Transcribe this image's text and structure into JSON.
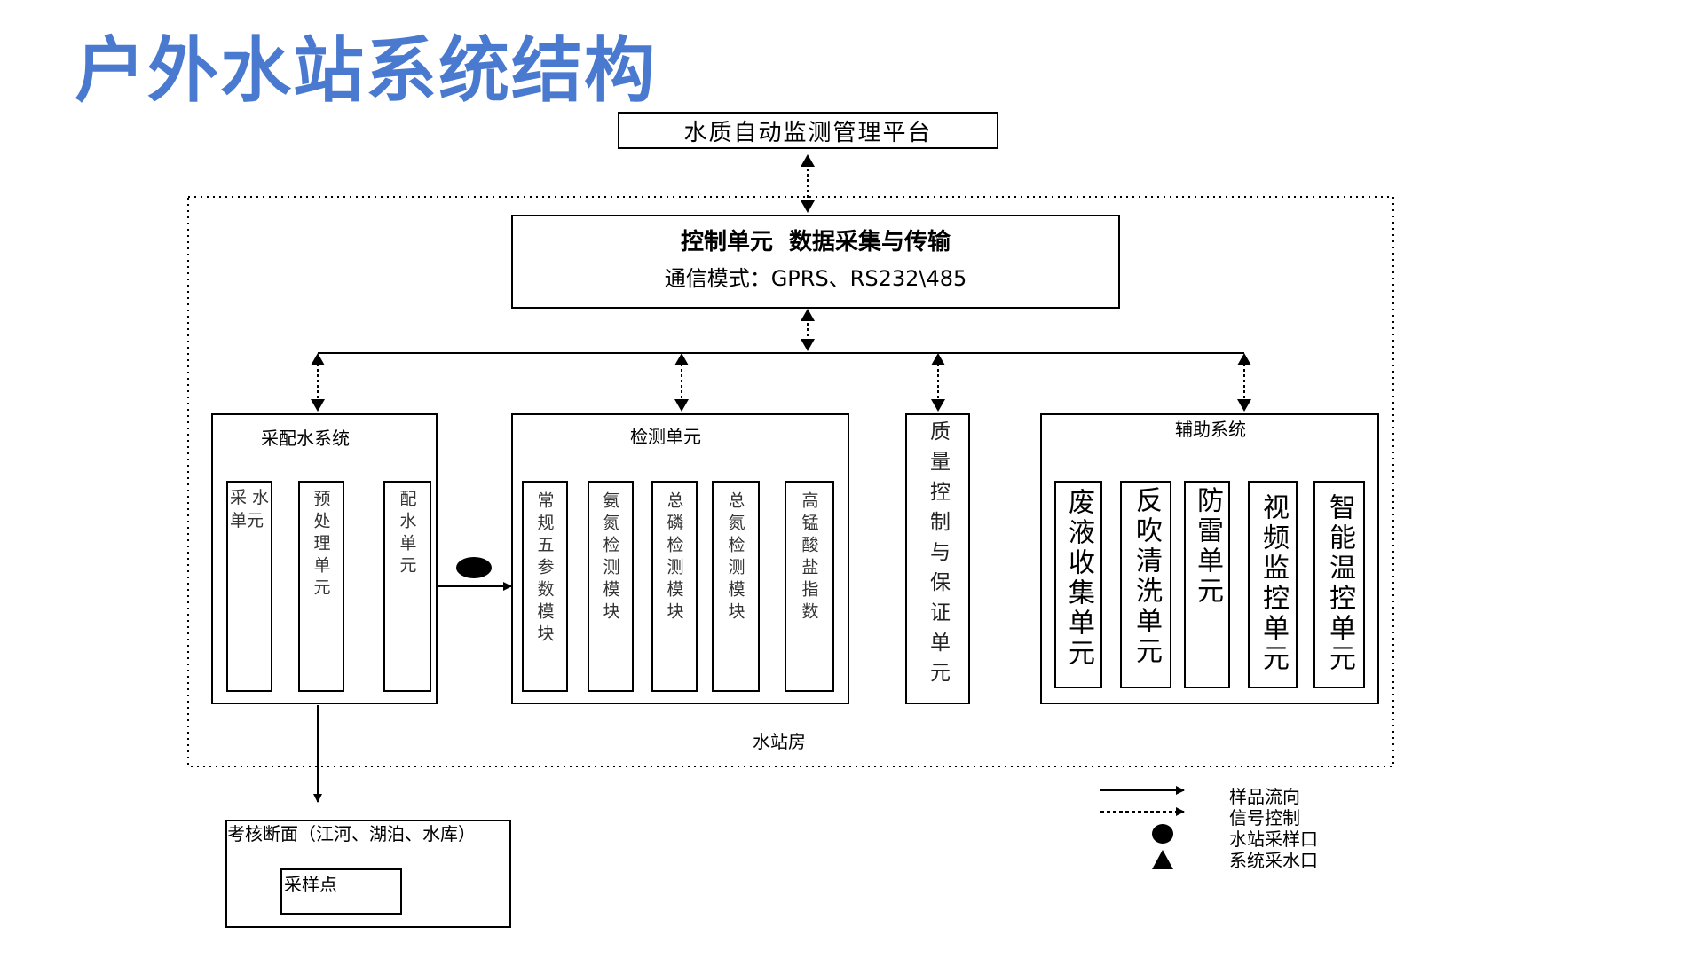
{
  "title": "户外水站系统结构",
  "platform": "水质自动监测管理平台",
  "control": {
    "line1": "控制单元  数据采集与传输",
    "line2": "通信模式：GPRS、RS232\\485"
  },
  "station_label": "水站房",
  "water_system": {
    "title": "采配水系统",
    "unit1": "采 水\n单元",
    "unit2": "预处理单元",
    "unit3": "配水单元"
  },
  "detection": {
    "title": "检测单元",
    "modules": [
      "常规五参数模块",
      "氨氮检测模块",
      "总磷检测模块",
      "总氮检测模块",
      "高锰酸盐指数"
    ]
  },
  "quality_unit": "质量控制与保证单元",
  "auxiliary": {
    "title": "辅助系统",
    "units": [
      "废液收集单元",
      "反吹清洗单元",
      "防雷单元",
      "视频监控单元",
      "智能温控单元"
    ]
  },
  "section": {
    "title": "考核断面（江河、湖泊、水库）",
    "sample_point": "采样点"
  },
  "legend": {
    "sample_flow": "样品流向",
    "signal_control": "信号控制",
    "station_sampling": "水站采样口",
    "system_intake": "系统采水口"
  }
}
